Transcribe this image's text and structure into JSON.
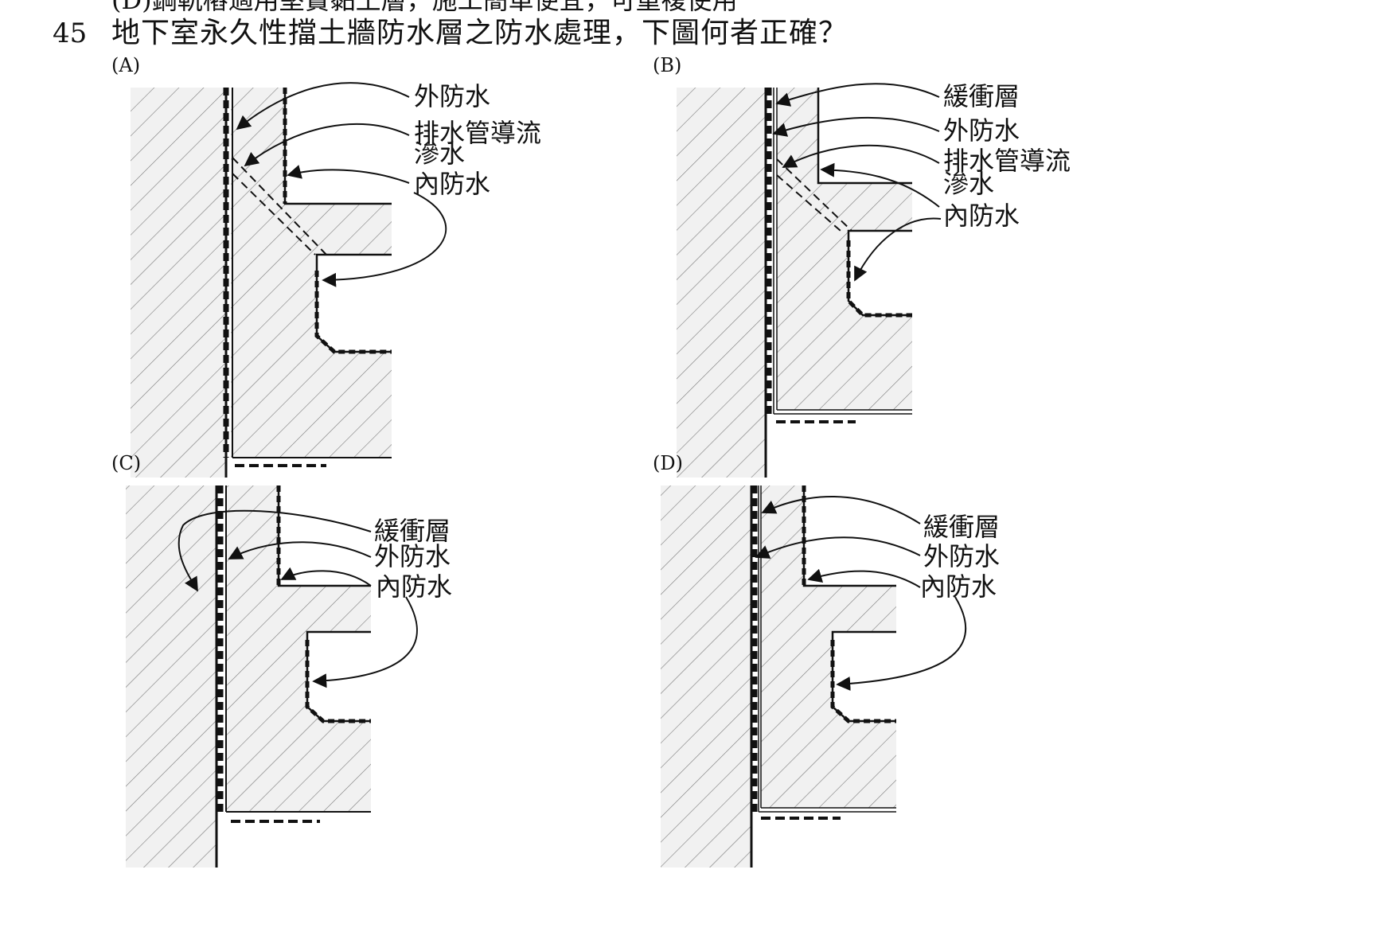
{
  "previous_option": "(D)鋼軌樁適用堅實黏土層，施工簡單便宜，可重複使用",
  "question": {
    "number": "45",
    "text": "地下室永久性擋土牆防水層之防水處理，下圖何者正確？"
  },
  "panels": [
    {
      "letter": "(A)",
      "labels": [
        "外防水",
        "排水管導流",
        "滲水",
        "內防水"
      ]
    },
    {
      "letter": "(B)",
      "labels": [
        "緩衝層",
        "外防水",
        "排水管導流",
        "滲水",
        "內防水"
      ]
    },
    {
      "letter": "(C)",
      "labels": [
        "緩衝層",
        "外防水",
        "內防水"
      ]
    },
    {
      "letter": "(D)",
      "labels": [
        "緩衝層",
        "外防水",
        "內防水"
      ]
    }
  ]
}
